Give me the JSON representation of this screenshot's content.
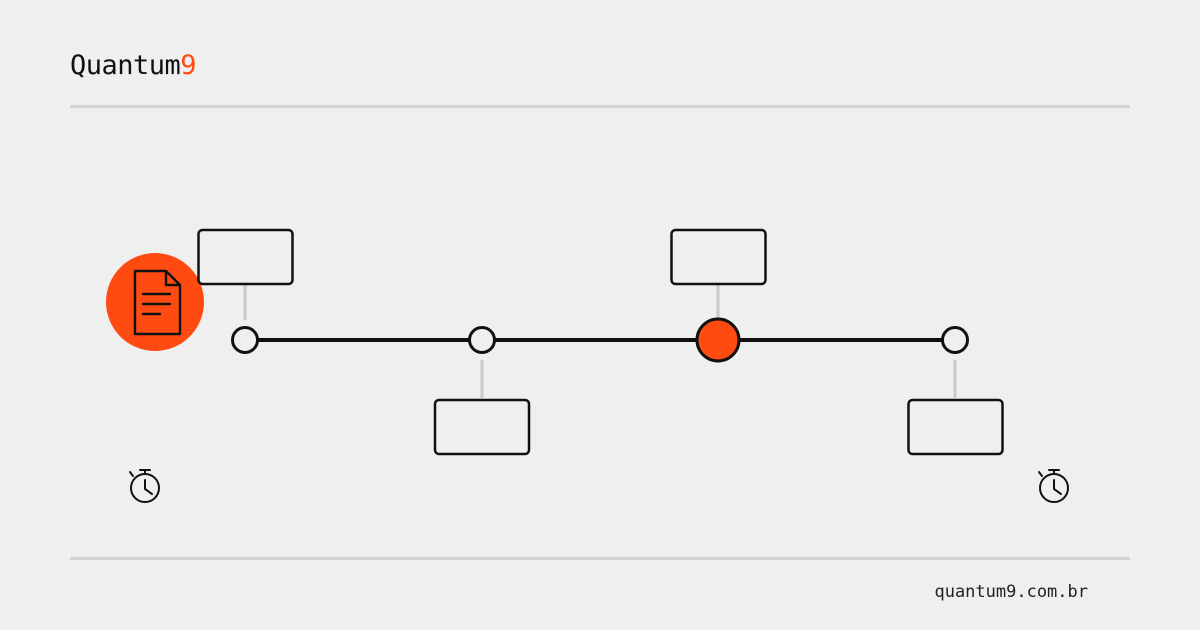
{
  "brand": {
    "name_main": "Quantum",
    "name_accent": "9"
  },
  "footer": {
    "url": "quantum9.com.br"
  },
  "colors": {
    "background": "#efefef",
    "accent": "#ff4a12",
    "ink": "#111111",
    "rule": "#d3d3d3",
    "connector": "#c8c8c8"
  },
  "icons": {
    "start": "document-icon",
    "left_timer": "stopwatch-icon",
    "right_timer": "stopwatch-icon"
  },
  "timeline": {
    "nodes": [
      {
        "active": false,
        "label_box_side": "top"
      },
      {
        "active": false,
        "label_box_side": "bottom"
      },
      {
        "active": true,
        "label_box_side": "top"
      },
      {
        "active": false,
        "label_box_side": "bottom"
      }
    ]
  }
}
